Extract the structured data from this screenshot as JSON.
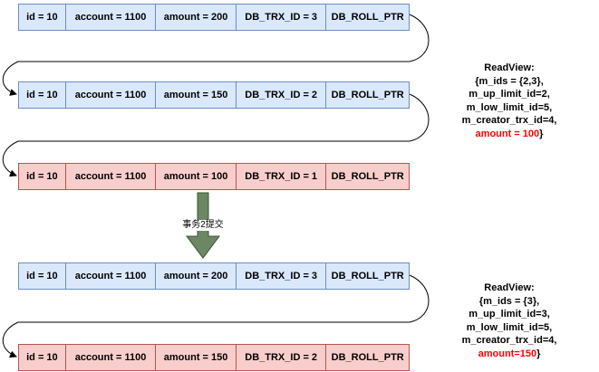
{
  "groups": [
    {
      "rows": [
        {
          "color": "blue",
          "cells": [
            "id = 10",
            "account = 1100",
            "amount = 200",
            "DB_TRX_ID = 3",
            "DB_ROLL_PTR"
          ]
        },
        {
          "color": "blue",
          "cells": [
            "id = 10",
            "account = 1100",
            "amount = 150",
            "DB_TRX_ID = 2",
            "DB_ROLL_PTR"
          ]
        },
        {
          "color": "red",
          "cells": [
            "id = 10",
            "account = 1100",
            "amount = 100",
            "DB_TRX_ID = 1",
            "DB_ROLL_PTR"
          ]
        }
      ],
      "readview": {
        "title": "ReadView:",
        "lines": [
          "{m_ids = {2,3},",
          "m_up_limit_id=2,",
          "m_low_limit_id=5,",
          "m_creator_trx_id=4,"
        ],
        "amount": "amount = 100",
        "closing": "}"
      }
    },
    {
      "rows": [
        {
          "color": "blue",
          "cells": [
            "id = 10",
            "account = 1100",
            "amount = 200",
            "DB_TRX_ID = 3",
            "DB_ROLL_PTR"
          ]
        },
        {
          "color": "red",
          "cells": [
            "id = 10",
            "account = 1100",
            "amount = 150",
            "DB_TRX_ID = 2",
            "DB_ROLL_PTR"
          ]
        }
      ],
      "readview": {
        "title": "ReadView:",
        "lines": [
          "{m_ids = {3},",
          "m_up_limit_id=3,",
          "m_low_limit_id=5,",
          "m_creator_trx_id=4,"
        ],
        "amount": "amount=150",
        "closing": "}"
      }
    }
  ],
  "commit_label": "事务2提交",
  "colors": {
    "blue_fill": "#dae8fc",
    "blue_border": "#6c8ebf",
    "red_fill": "#f8cecc",
    "red_border": "#b85450",
    "arrow_fill": "#6d8764",
    "arrow_stroke": "#3a5431",
    "highlight": "#ff0000"
  }
}
